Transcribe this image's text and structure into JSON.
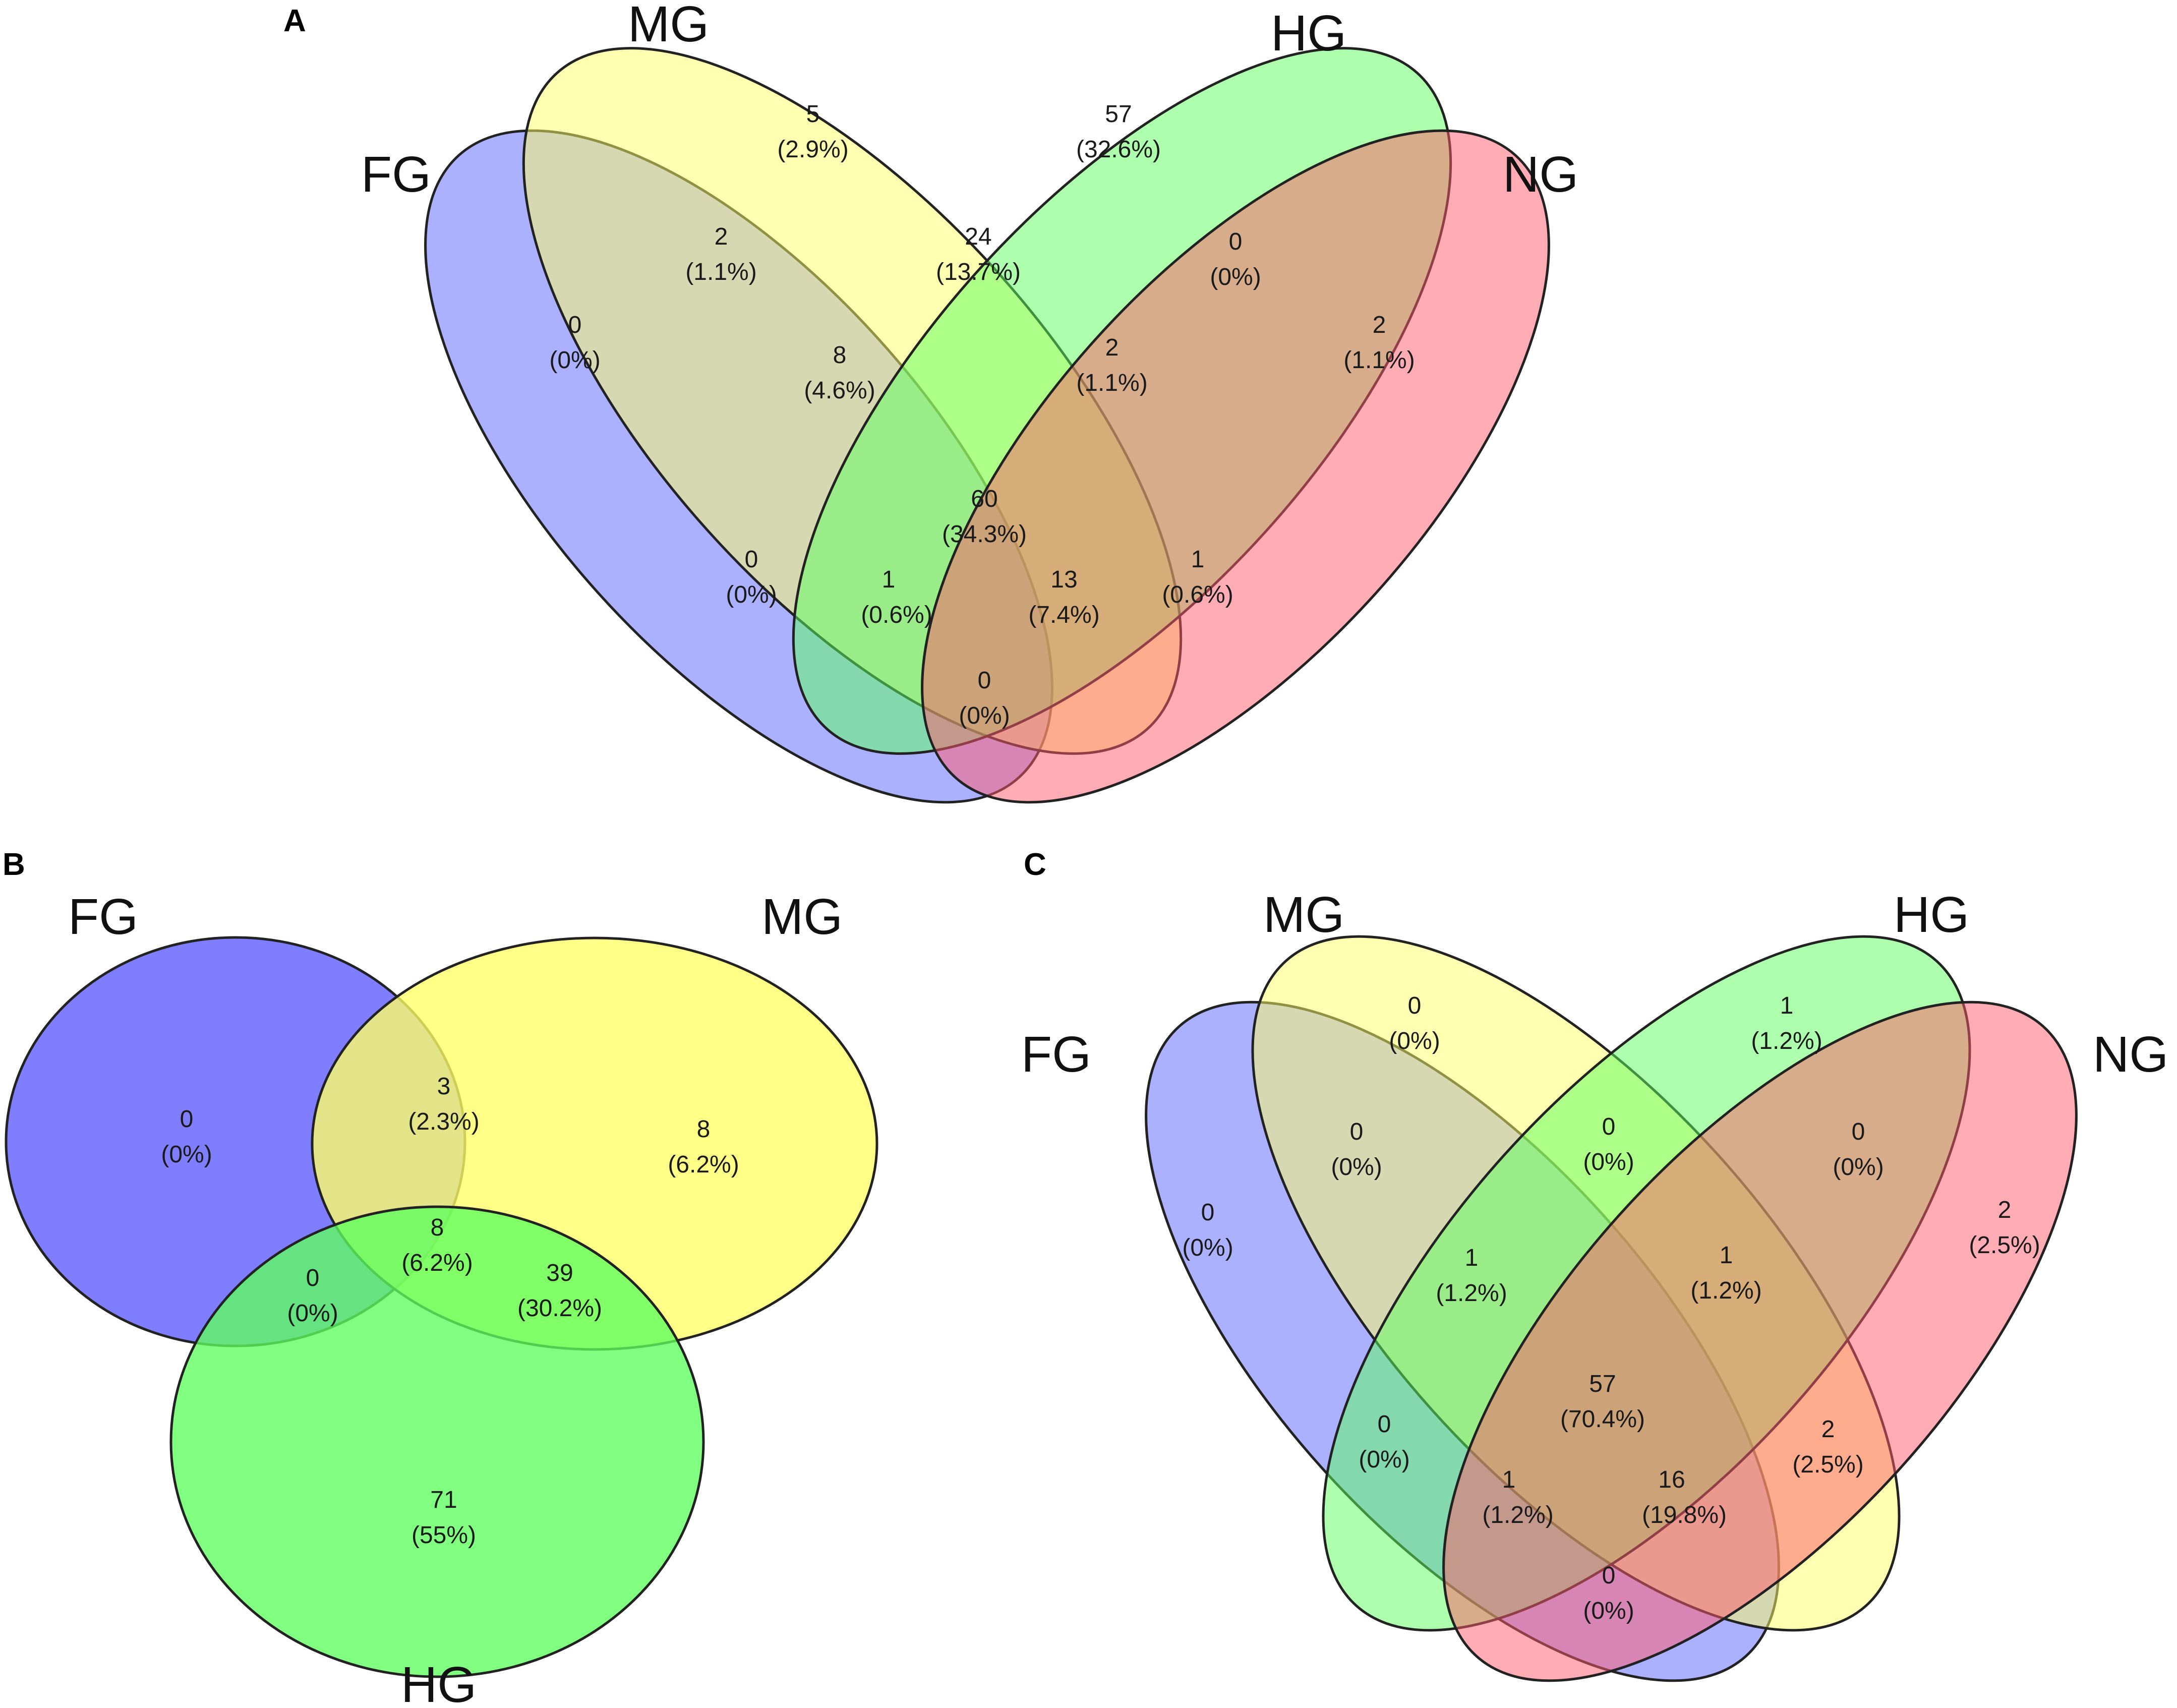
{
  "panels": [
    {
      "letter": "A",
      "sets": [
        {
          "name": "FG",
          "color": "#5a63ff"
        },
        {
          "name": "MG",
          "color": "#ffff66"
        },
        {
          "name": "HG",
          "color": "#5cff5c"
        },
        {
          "name": "NG",
          "color": "#ff5a69"
        }
      ],
      "regions": [
        {
          "sets": [
            "MG"
          ],
          "count": "5",
          "pct": "(2.9%)"
        },
        {
          "sets": [
            "HG"
          ],
          "count": "57",
          "pct": "(32.6%)"
        },
        {
          "sets": [
            "FG",
            "MG"
          ],
          "count": "2",
          "pct": "(1.1%)"
        },
        {
          "sets": [
            "MG",
            "HG"
          ],
          "count": "24",
          "pct": "(13.7%)"
        },
        {
          "sets": [
            "HG",
            "NG"
          ],
          "count": "0",
          "pct": "(0%)"
        },
        {
          "sets": [
            "FG"
          ],
          "count": "0",
          "pct": "(0%)"
        },
        {
          "sets": [
            "FG",
            "MG",
            "HG"
          ],
          "count": "8",
          "pct": "(4.6%)"
        },
        {
          "sets": [
            "MG",
            "HG",
            "NG"
          ],
          "count": "2",
          "pct": "(1.1%)"
        },
        {
          "sets": [
            "NG"
          ],
          "count": "2",
          "pct": "(1.1%)"
        },
        {
          "sets": [
            "FG",
            "MG",
            "HG",
            "NG"
          ],
          "count": "60",
          "pct": "(34.3%)"
        },
        {
          "sets": [
            "FG",
            "HG"
          ],
          "count": "0",
          "pct": "(0%)"
        },
        {
          "sets": [
            "FG",
            "HG",
            "NG"
          ],
          "count": "1",
          "pct": "(0.6%)"
        },
        {
          "sets": [
            "FG",
            "MG",
            "NG"
          ],
          "count": "13",
          "pct": "(7.4%)"
        },
        {
          "sets": [
            "MG",
            "NG"
          ],
          "count": "1",
          "pct": "(0.6%)"
        },
        {
          "sets": [
            "FG",
            "NG"
          ],
          "count": "0",
          "pct": "(0%)"
        }
      ]
    },
    {
      "letter": "B",
      "sets": [
        {
          "name": "FG",
          "color": "#5a5aff"
        },
        {
          "name": "MG",
          "color": "#ffff66"
        },
        {
          "name": "HG",
          "color": "#5cff5c"
        }
      ],
      "regions": [
        {
          "sets": [
            "FG"
          ],
          "count": "0",
          "pct": "(0%)"
        },
        {
          "sets": [
            "FG",
            "MG"
          ],
          "count": "3",
          "pct": "(2.3%)"
        },
        {
          "sets": [
            "MG"
          ],
          "count": "8",
          "pct": "(6.2%)"
        },
        {
          "sets": [
            "FG",
            "MG",
            "HG"
          ],
          "count": "8",
          "pct": "(6.2%)"
        },
        {
          "sets": [
            "FG",
            "HG"
          ],
          "count": "0",
          "pct": "(0%)"
        },
        {
          "sets": [
            "MG",
            "HG"
          ],
          "count": "39",
          "pct": "(30.2%)"
        },
        {
          "sets": [
            "HG"
          ],
          "count": "71",
          "pct": "(55%)"
        }
      ]
    },
    {
      "letter": "C",
      "sets": [
        {
          "name": "FG",
          "color": "#5a63ff"
        },
        {
          "name": "MG",
          "color": "#ffff66"
        },
        {
          "name": "HG",
          "color": "#5cff5c"
        },
        {
          "name": "NG",
          "color": "#ff5a69"
        }
      ],
      "regions": [
        {
          "sets": [
            "MG"
          ],
          "count": "0",
          "pct": "(0%)"
        },
        {
          "sets": [
            "HG"
          ],
          "count": "1",
          "pct": "(1.2%)"
        },
        {
          "sets": [
            "FG",
            "MG"
          ],
          "count": "0",
          "pct": "(0%)"
        },
        {
          "sets": [
            "MG",
            "HG"
          ],
          "count": "0",
          "pct": "(0%)"
        },
        {
          "sets": [
            "HG",
            "NG"
          ],
          "count": "0",
          "pct": "(0%)"
        },
        {
          "sets": [
            "FG"
          ],
          "count": "0",
          "pct": "(0%)"
        },
        {
          "sets": [
            "FG",
            "MG",
            "HG"
          ],
          "count": "1",
          "pct": "(1.2%)"
        },
        {
          "sets": [
            "MG",
            "HG",
            "NG"
          ],
          "count": "1",
          "pct": "(1.2%)"
        },
        {
          "sets": [
            "NG"
          ],
          "count": "2",
          "pct": "(2.5%)"
        },
        {
          "sets": [
            "FG",
            "MG",
            "HG",
            "NG"
          ],
          "count": "57",
          "pct": "(70.4%)"
        },
        {
          "sets": [
            "FG",
            "HG"
          ],
          "count": "0",
          "pct": "(0%)"
        },
        {
          "sets": [
            "FG",
            "HG",
            "NG"
          ],
          "count": "1",
          "pct": "(1.2%)"
        },
        {
          "sets": [
            "FG",
            "MG",
            "NG"
          ],
          "count": "16",
          "pct": "(19.8%)"
        },
        {
          "sets": [
            "MG",
            "NG"
          ],
          "count": "2",
          "pct": "(2.5%)"
        },
        {
          "sets": [
            "FG",
            "NG"
          ],
          "count": "0",
          "pct": "(0%)"
        }
      ]
    }
  ]
}
